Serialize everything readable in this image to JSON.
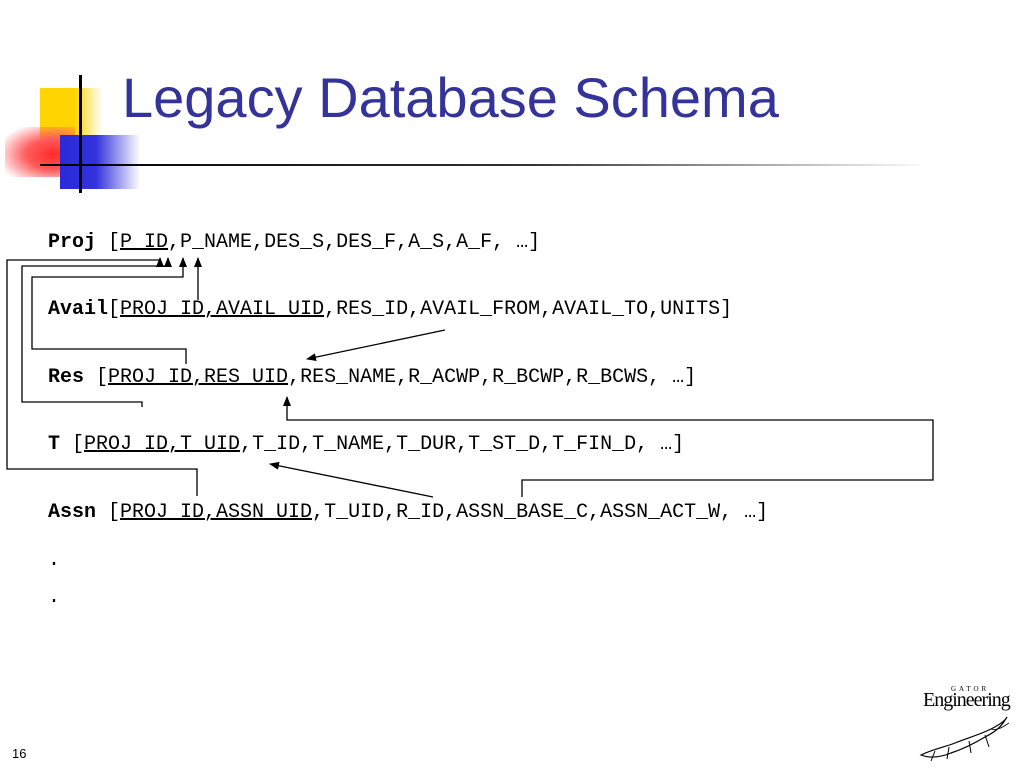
{
  "slide": {
    "title": "Legacy Database Schema",
    "page_number": "16"
  },
  "colors": {
    "title": "#333399",
    "accent_yellow": "#ffd400",
    "accent_red": "#ff2a2a",
    "accent_blue": "#2a2ad8"
  },
  "schema": {
    "proj": {
      "name": "Proj",
      "open": " [",
      "keys": "P_ID",
      "rest": ",P_NAME,DES_S,DES_F,A_S,A_F, …]"
    },
    "avail": {
      "name": "Avail",
      "open": "[",
      "keys": "PROJ_ID,AVAIL_UID",
      "rest": ",RES_ID,AVAIL_FROM,AVAIL_TO,UNITS]"
    },
    "res": {
      "name": "Res",
      "open": " [",
      "keys": "PROJ_ID,RES_UID",
      "rest": ",RES_NAME,R_ACWP,R_BCWP,R_BCWS, …]"
    },
    "t": {
      "name": "T",
      "open": " [",
      "keys": "PROJ_ID,T_UID",
      "rest": ",T_ID,T_NAME,T_DUR,T_ST_D,T_FIN_D, …]"
    },
    "assn": {
      "name": "Assn",
      "open": " [",
      "keys": "PROJ_ID,ASSN_UID",
      "rest": ",T_UID,R_ID,ASSN_BASE_C,ASSN_ACT_W, …]"
    },
    "ellipsis": [
      ".",
      "."
    ]
  },
  "brand": {
    "top_text": "GATOR",
    "word": "Engineering",
    "icon": "gator-icon"
  },
  "icons": {
    "logo_squares": "slide-logo-squares-icon",
    "arrowhead": "arrowhead-icon"
  }
}
